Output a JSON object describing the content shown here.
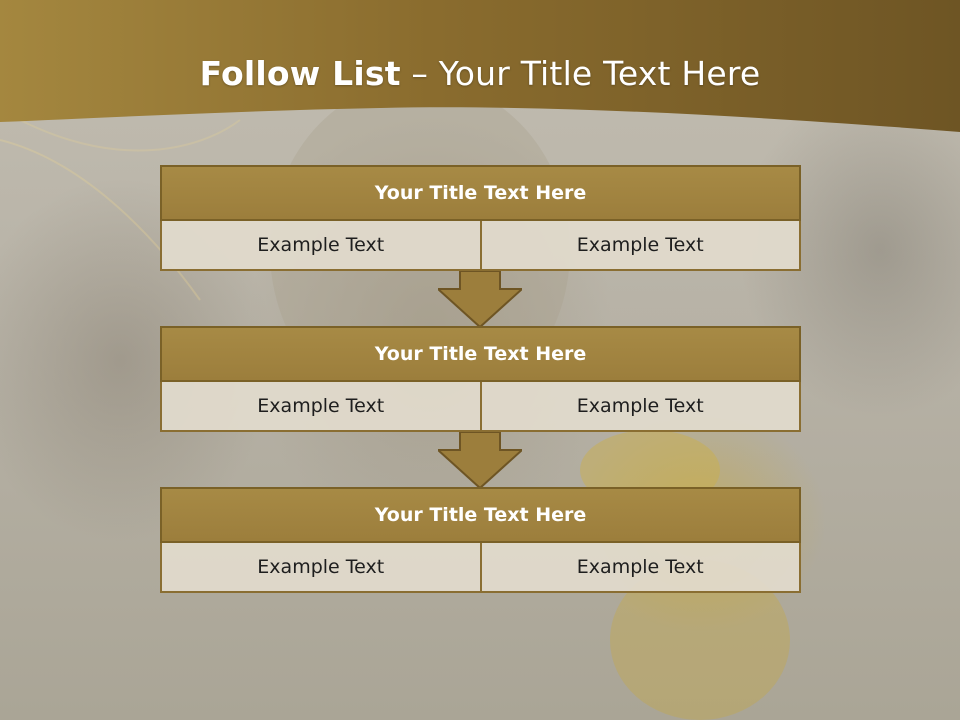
{
  "title": {
    "bold": "Follow List",
    "light": " – Your Title Text Here"
  },
  "blocks": [
    {
      "title": "Your Title Text Here",
      "items": [
        "Example Text",
        "Example Text"
      ]
    },
    {
      "title": "Your Title Text Here",
      "items": [
        "Example Text",
        "Example Text"
      ]
    },
    {
      "title": "Your Title Text Here",
      "items": [
        "Example Text",
        "Example Text"
      ]
    }
  ],
  "colors": {
    "header_band": "#8a6c2e",
    "title_fill": "#a78a45",
    "cell_fill": "#e2dbcd",
    "arrow_fill": "#9c7e3c"
  },
  "icons": [
    "down-arrow-icon"
  ]
}
